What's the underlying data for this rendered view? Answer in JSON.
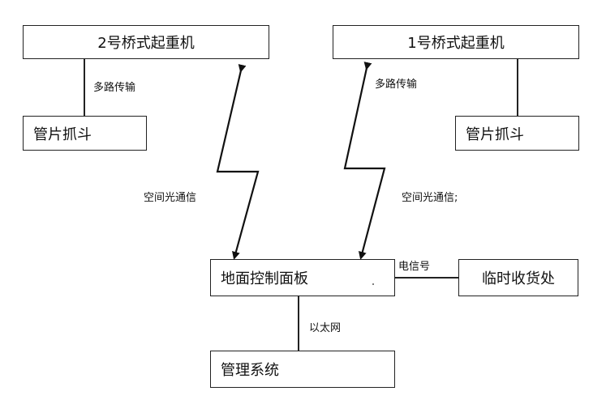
{
  "nodes": {
    "crane2": "2号桥式起重机",
    "crane1": "1号桥式起重机",
    "grab_left": "管片抓斗",
    "grab_right": "管片抓斗",
    "ground_panel": "地面控制面板",
    "receiving": "临时收货处",
    "mgmt": "管理系统"
  },
  "edges": {
    "multipath_left": "多路传输",
    "multipath_right": "多路传输",
    "optical_left": "空间光通信",
    "optical_right": "空间光通信;",
    "telecom": "电信号",
    "ethernet": "以太网"
  }
}
